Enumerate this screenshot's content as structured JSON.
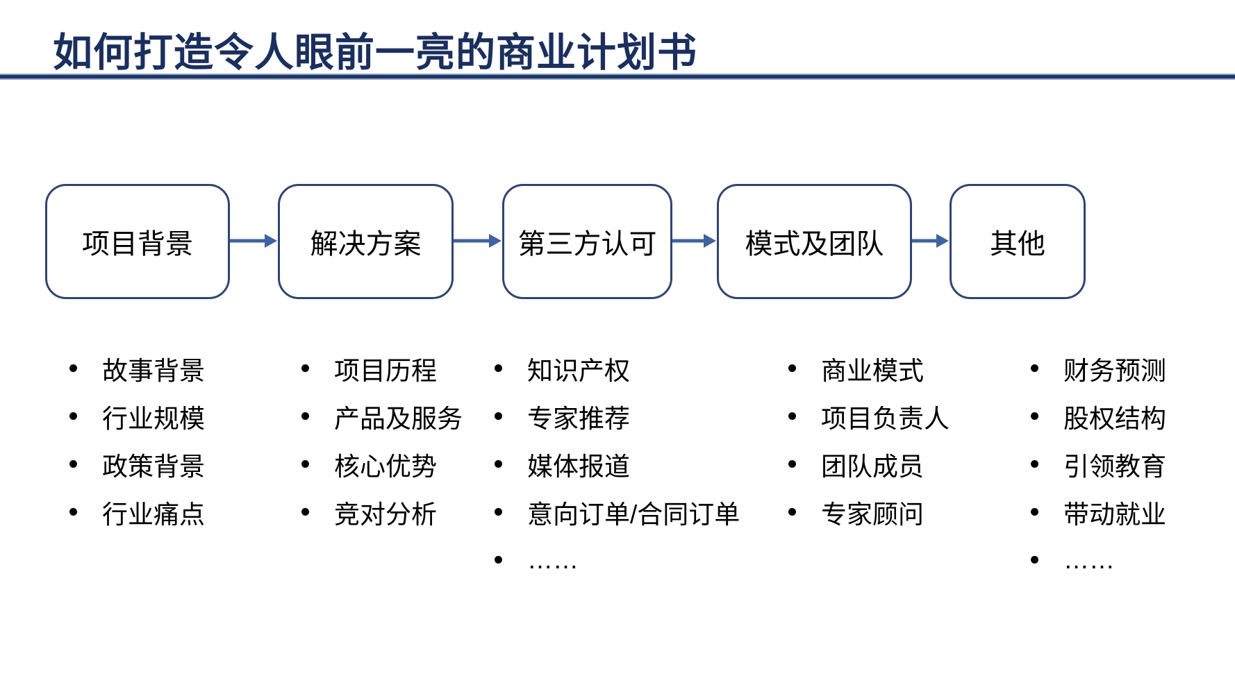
{
  "slide": {
    "title": "如何打造令人眼前一亮的商业计划书",
    "colors": {
      "background": "#ffffff",
      "title": "#1b2f5e",
      "divider_dark": "#1c3667",
      "divider_light": "#93a3c4",
      "box_border": "#2e4570",
      "arrow": "#3f639e",
      "text": "#000000"
    }
  },
  "flow": {
    "bullet_marker": "•",
    "steps": [
      {
        "label": "项目背景",
        "bullets": [
          "故事背景",
          "行业规模",
          "政策背景",
          "行业痛点"
        ]
      },
      {
        "label": "解决方案",
        "bullets": [
          "项目历程",
          "产品及服务",
          "核心优势",
          "竞对分析"
        ]
      },
      {
        "label": "第三方认可",
        "bullets": [
          "知识产权",
          "专家推荐",
          "媒体报道",
          "意向订单/合同订单",
          "……"
        ]
      },
      {
        "label": "模式及团队",
        "bullets": [
          "商业模式",
          "项目负责人",
          "团队成员",
          "专家顾问"
        ]
      },
      {
        "label": "其他",
        "bullets": [
          "财务预测",
          "股权结构",
          "引领教育",
          "带动就业",
          "……"
        ]
      }
    ]
  }
}
